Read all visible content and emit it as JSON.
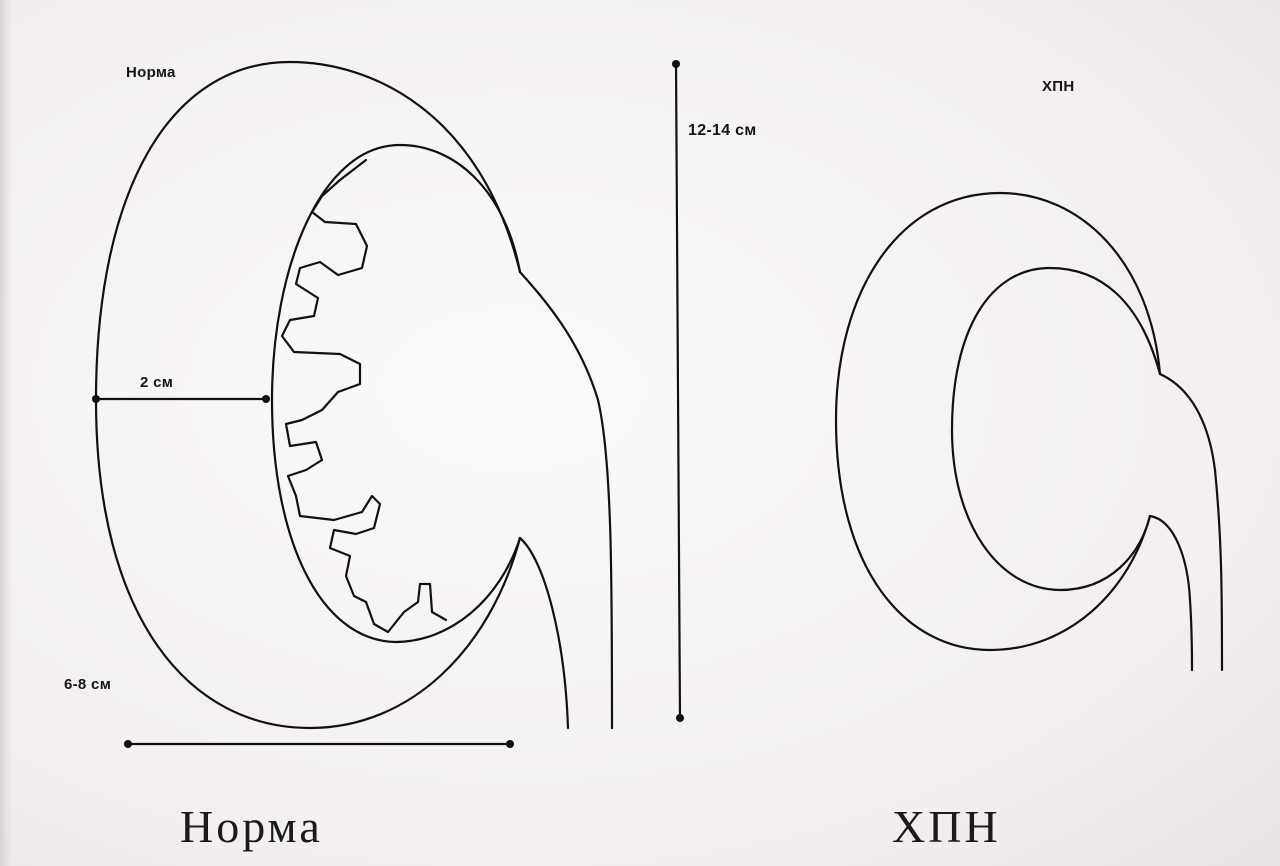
{
  "labels": {
    "normal_top": "Норма",
    "crf_top": "ХПН",
    "length": "12-14 см",
    "cortex": "2 см",
    "width": "6-8 см",
    "normal_caption": "Норма",
    "crf_caption": "ХПН"
  },
  "colors": {
    "ink": "#111111",
    "paper": "#f6f2f3"
  }
}
